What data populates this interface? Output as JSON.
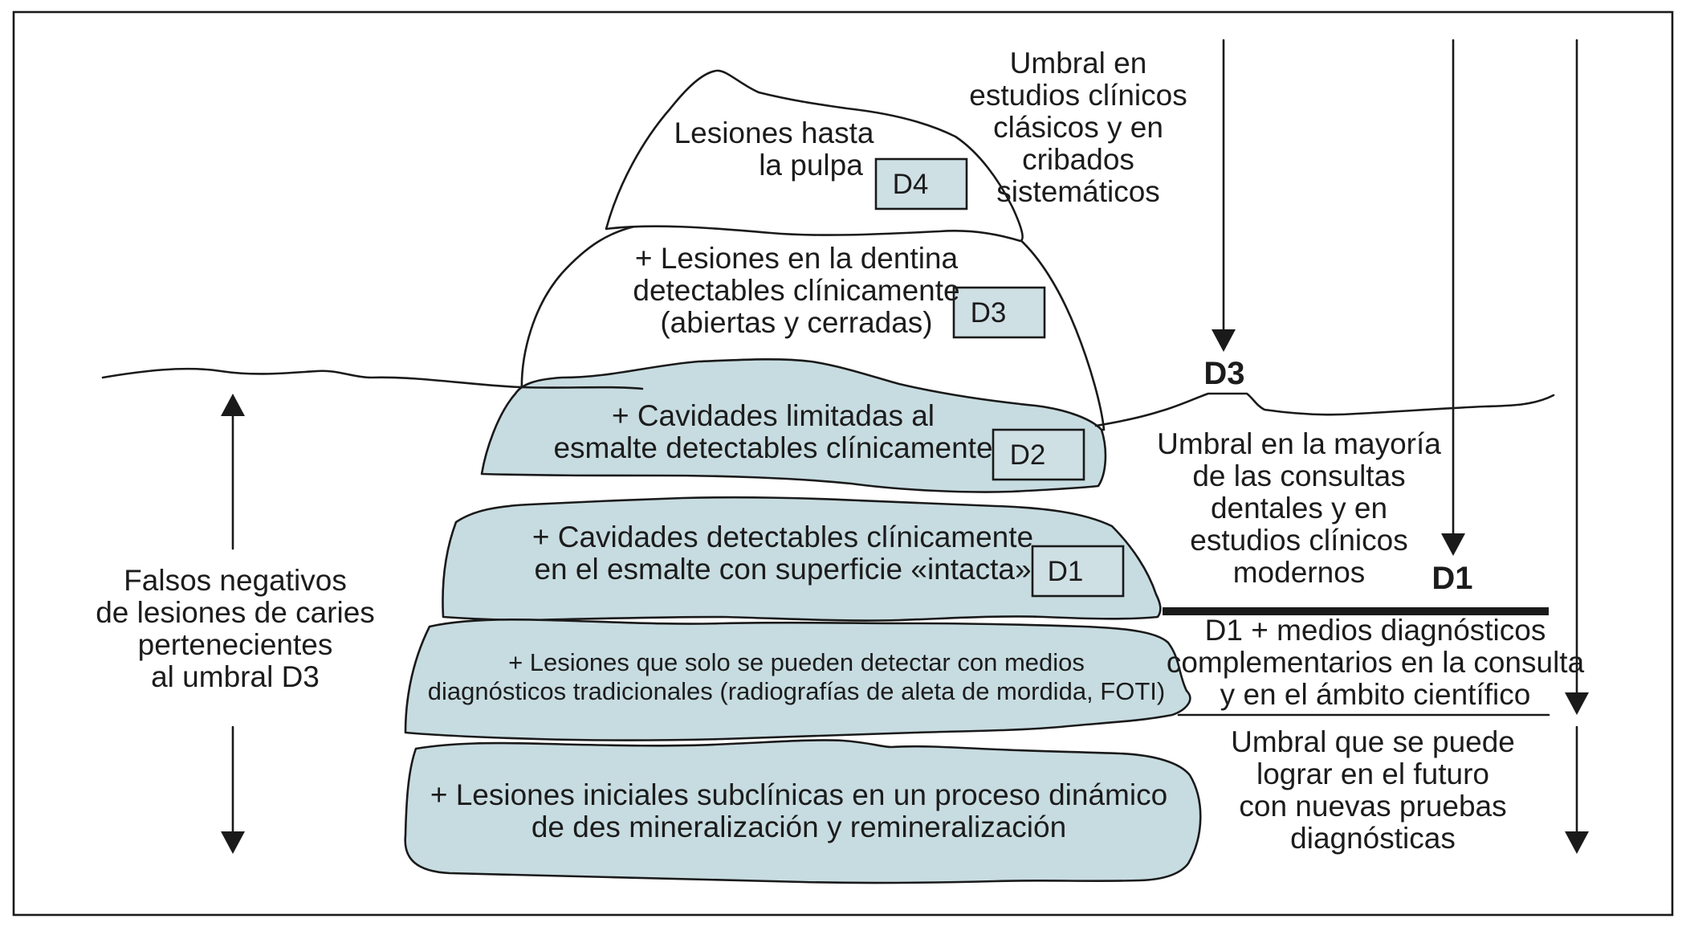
{
  "colors": {
    "ice_fill": "#c7dce1",
    "box_fill": "#cfe0e5",
    "ink": "#1c1c1c"
  },
  "levels": {
    "d4": {
      "text": [
        "Lesiones hasta",
        "la pulpa"
      ],
      "tag": "D4"
    },
    "d3": {
      "text": [
        "+ Lesiones en la dentina",
        "detectables clínicamente",
        "(abiertas y cerradas)"
      ],
      "tag": "D3"
    },
    "d2": {
      "text": [
        "+ Cavidades limitadas al",
        "esmalte detectables clínicamente"
      ],
      "tag": "D2"
    },
    "d1": {
      "text": [
        "+ Cavidades detectables clínicamente",
        "en el esmalte con superficie «intacta»"
      ],
      "tag": "D1"
    },
    "trad": {
      "text": [
        "+ Lesiones que solo se pueden detectar con medios",
        "diagnósticos tradicionales (radiografías de aleta de mordida, FOTI)"
      ]
    },
    "sub": {
      "text": [
        "+ Lesiones iniciales subclínicas en un proceso dinámico",
        "de des mineralización y remineralización"
      ]
    }
  },
  "left_label": [
    "Falsos negativos",
    "de lesiones de caries",
    "pertenecientes",
    "al umbral D3"
  ],
  "right": {
    "classic": [
      "Umbral en",
      "estudios clínicos",
      "clásicos y en",
      "cribados",
      "sistemáticos"
    ],
    "d3_mark": "D3",
    "majority": [
      "Umbral en la mayoría",
      "de las consultas",
      "dentales y en",
      "estudios clínicos",
      "modernos"
    ],
    "d1_mark": "D1",
    "complementary": [
      "D1 + medios diagnósticos",
      "complementarios en la consulta",
      "y en el ámbito científico"
    ],
    "future": [
      "Umbral que se puede",
      "lograr en el futuro",
      "con nuevas pruebas",
      "diagnósticas"
    ]
  }
}
